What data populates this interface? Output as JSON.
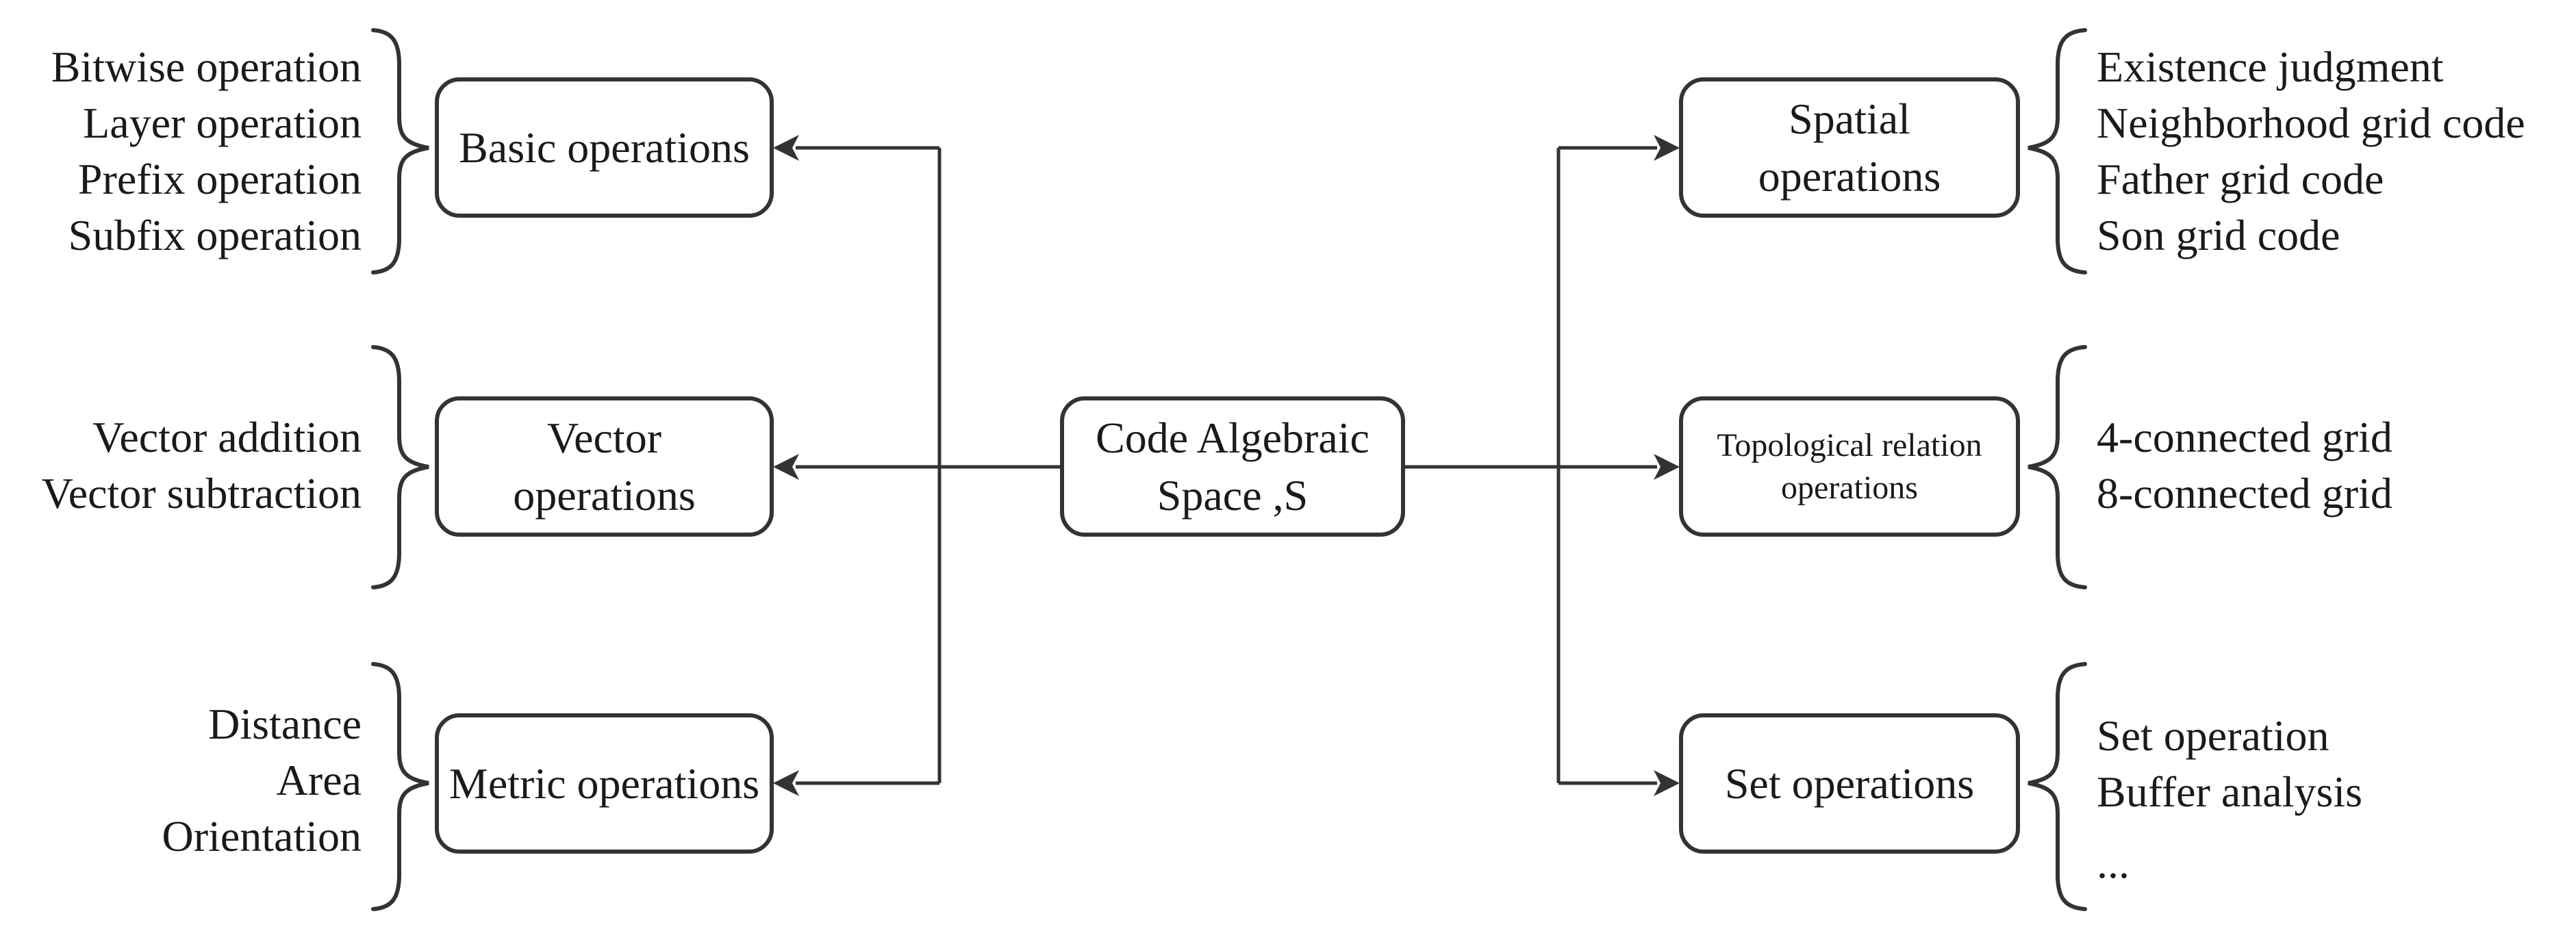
{
  "diagram": {
    "center": {
      "lines": [
        "Code Algebraic",
        "Space ,S"
      ]
    },
    "left": [
      {
        "box_lines": [
          "Basic operations"
        ],
        "items": [
          "Bitwise operation",
          "Layer operation",
          "Prefix operation",
          "Subfix operation"
        ]
      },
      {
        "box_lines": [
          "Vector",
          "operations"
        ],
        "items": [
          "Vector addition",
          "Vector subtraction"
        ]
      },
      {
        "box_lines": [
          "Metric operations"
        ],
        "items": [
          "Distance",
          "Area",
          "Orientation"
        ]
      }
    ],
    "right": [
      {
        "box_lines": [
          "Spatial",
          "operations"
        ],
        "items": [
          "Existence judgment",
          "Neighborhood grid code",
          "Father grid code",
          "Son grid code"
        ]
      },
      {
        "box_lines": [
          "Topological relation",
          "operations"
        ],
        "items": [
          "4-connected grid",
          "8-connected grid"
        ]
      },
      {
        "box_lines": [
          "Set operations"
        ],
        "items": [
          "Set operation",
          "Buffer analysis",
          "..."
        ]
      }
    ],
    "colors": {
      "stroke": "#333333",
      "text": "#1a1a1a",
      "background": "#ffffff"
    }
  }
}
